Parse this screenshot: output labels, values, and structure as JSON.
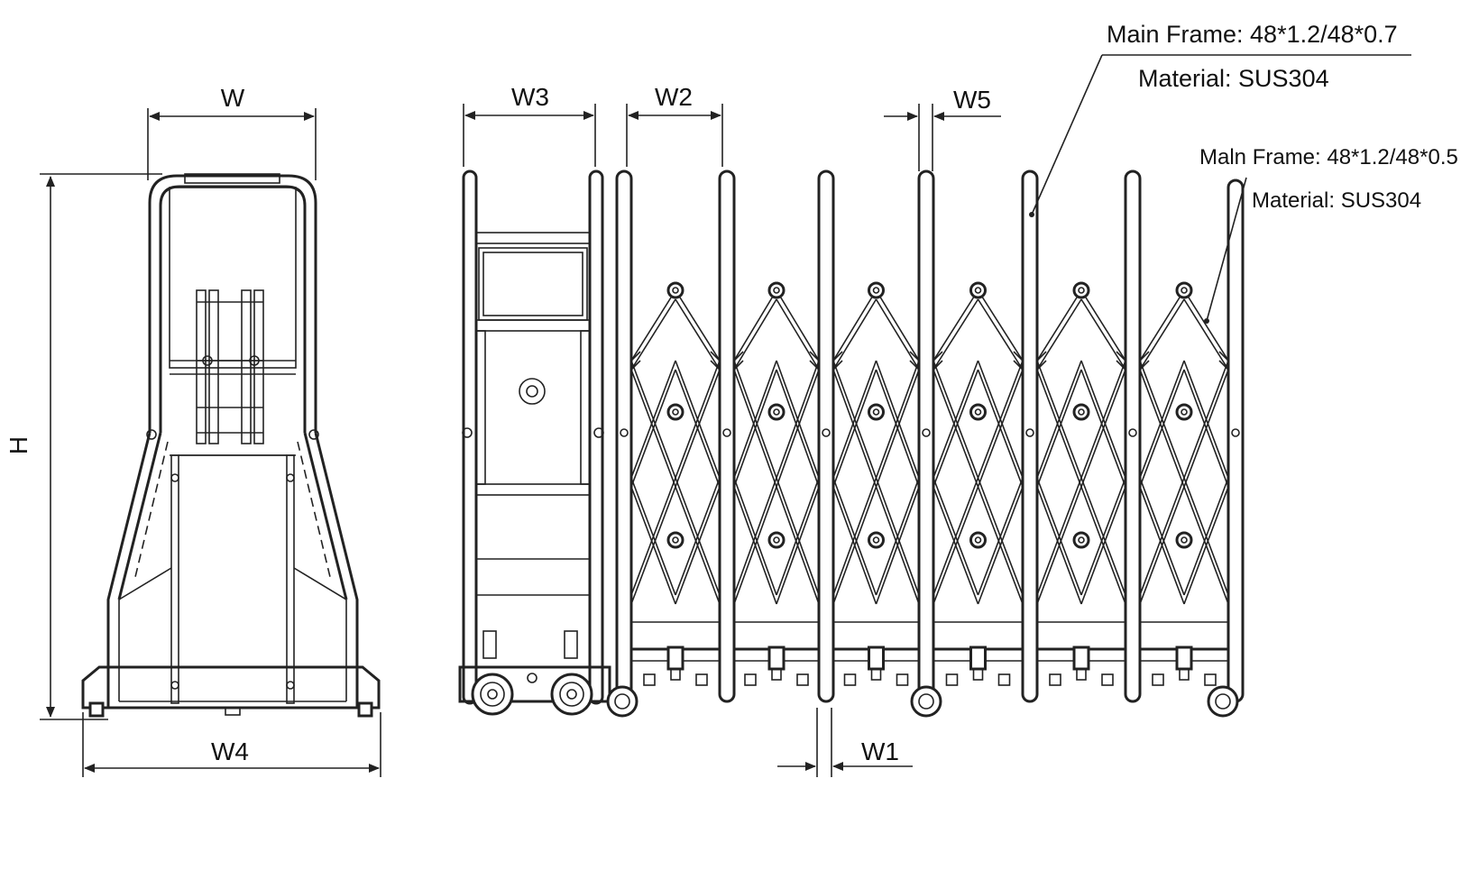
{
  "dimensions": {
    "w": "W",
    "h": "H",
    "w1": "W1",
    "w2": "W2",
    "w3": "W3",
    "w4": "W4",
    "w5": "W5"
  },
  "callouts": {
    "main_frame_top": "Main Frame:  48*1.2/48*0.7",
    "material_top": "Material:  SUS304",
    "main_frame_end": "Maln Frame:  48*1.2/48*0.5",
    "material_end": "Material:  SUS304"
  }
}
